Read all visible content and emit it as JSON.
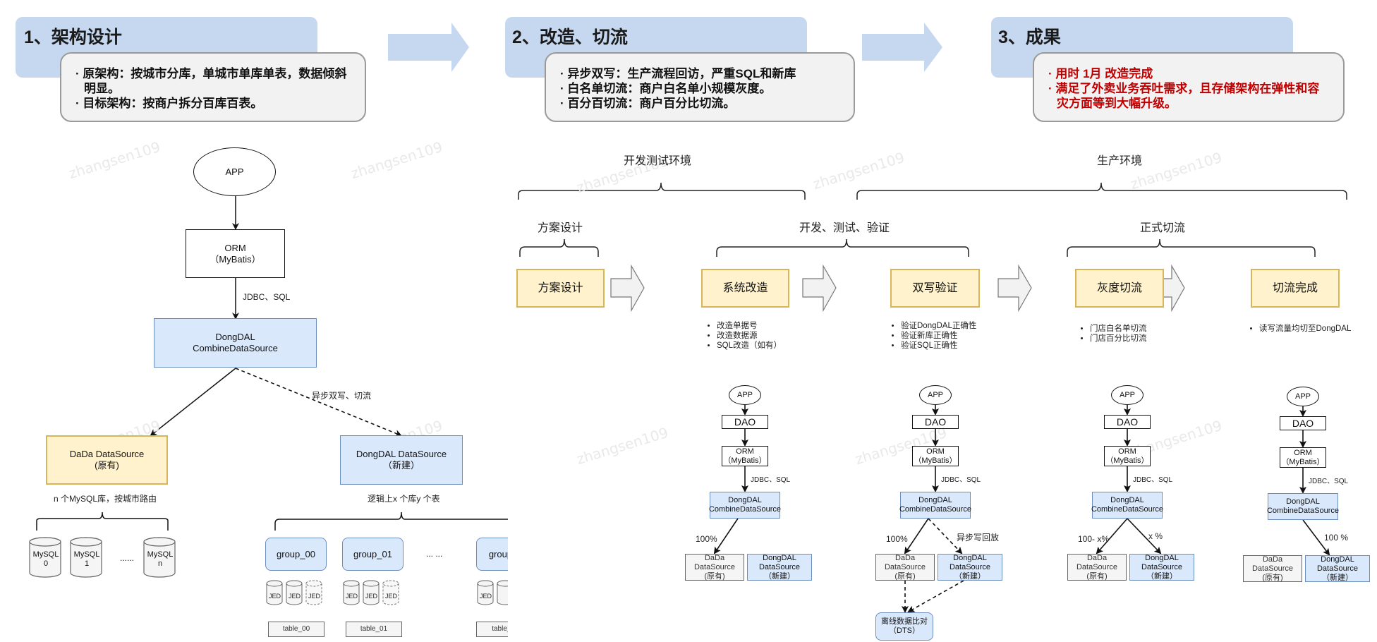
{
  "phases": [
    {
      "title": "1、架构设计",
      "items": [
        "· 原架构：按城市分库，单城市单库单表，数据倾斜明显。",
        "· 目标架构：按商户拆分百库百表。"
      ],
      "emphasis": false
    },
    {
      "title": "2、改造、切流",
      "items": [
        "· 异步双写：生产流程回访，严重SQL和新库",
        "· 白名单切流：商户白名单小规模灰度。",
        "· 百分百切流：商户百分比切流。"
      ],
      "emphasis": false
    },
    {
      "title": "3、成果",
      "items": [
        "· 用时 1月 改造完成",
        "· 满足了外卖业务吞吐需求，且存储架构在弹性和容灾方面等到大幅升级。"
      ],
      "emphasis": true,
      "emphasis_color": "#c00000"
    }
  ],
  "architecture": {
    "app": "APP",
    "orm": [
      "ORM",
      "（MyBatis）"
    ],
    "jdbc_label": "JDBC、SQL",
    "combine": [
      "DongDAL",
      "CombineDataSource"
    ],
    "async_label": "异步双写、切流",
    "dada": [
      "DaDa DataSource",
      "(原有)"
    ],
    "dongdal": [
      "DongDAL DataSource",
      "（新建）"
    ],
    "dada_note": "n 个MySQL库，按城市路由",
    "dongdal_note": "逻辑上x 个库y 个表",
    "mysql": [
      {
        "name": "MySQL",
        "index": "0"
      },
      {
        "name": "MySQL",
        "index": "1"
      },
      {
        "name": "MySQL",
        "index": "n"
      }
    ],
    "mysql_ellipsis": "......",
    "groups": [
      "group_00",
      "group_01",
      "group_..."
    ],
    "groups_ellipsis": "... ...",
    "jed_label": "JED",
    "tables": [
      "table_00",
      "table_01",
      "table_..."
    ]
  },
  "timeline": {
    "env_dev": "开发测试环境",
    "env_prod": "生产环境",
    "group_design": "方案设计",
    "group_dev": "开发、测试、验证",
    "group_cut": "正式切流",
    "steps": [
      {
        "label": "方案设计",
        "bullets": []
      },
      {
        "label": "系统改造",
        "bullets": [
          "改造单据号",
          "改造数据源",
          "SQL改造（如有）"
        ]
      },
      {
        "label": "双写验证",
        "bullets": [
          "验证DongDAL正确性",
          "验证新库正确性",
          "验证SQL正确性"
        ]
      },
      {
        "label": "灰度切流",
        "bullets": [
          "门店白名单切流",
          "门店百分比切流"
        ]
      },
      {
        "label": "切流完成",
        "bullets": [
          "读写流量均切至DongDAL"
        ]
      }
    ]
  },
  "mini": {
    "app": "APP",
    "dao": "DAO",
    "orm": [
      "ORM",
      "（MyBatis）"
    ],
    "jdbc": "JDBC、SQL",
    "combine": [
      "DongDAL",
      "CombineDataSource"
    ],
    "dada": [
      "DaDa",
      "DataSource",
      "(原有)"
    ],
    "dongdal": [
      "DongDAL",
      "DataSource",
      "（新建）"
    ],
    "stages": [
      {
        "left_label": "100%",
        "right_label": ""
      },
      {
        "left_label": "100%",
        "right_label": "异步写回放",
        "dts": [
          "离线数据比对",
          "（DTS）"
        ]
      },
      {
        "left_label": "100- x%",
        "right_label": "x %"
      },
      {
        "left_label": "",
        "right_label": "100  %"
      }
    ]
  },
  "watermark": "zhangsen109"
}
